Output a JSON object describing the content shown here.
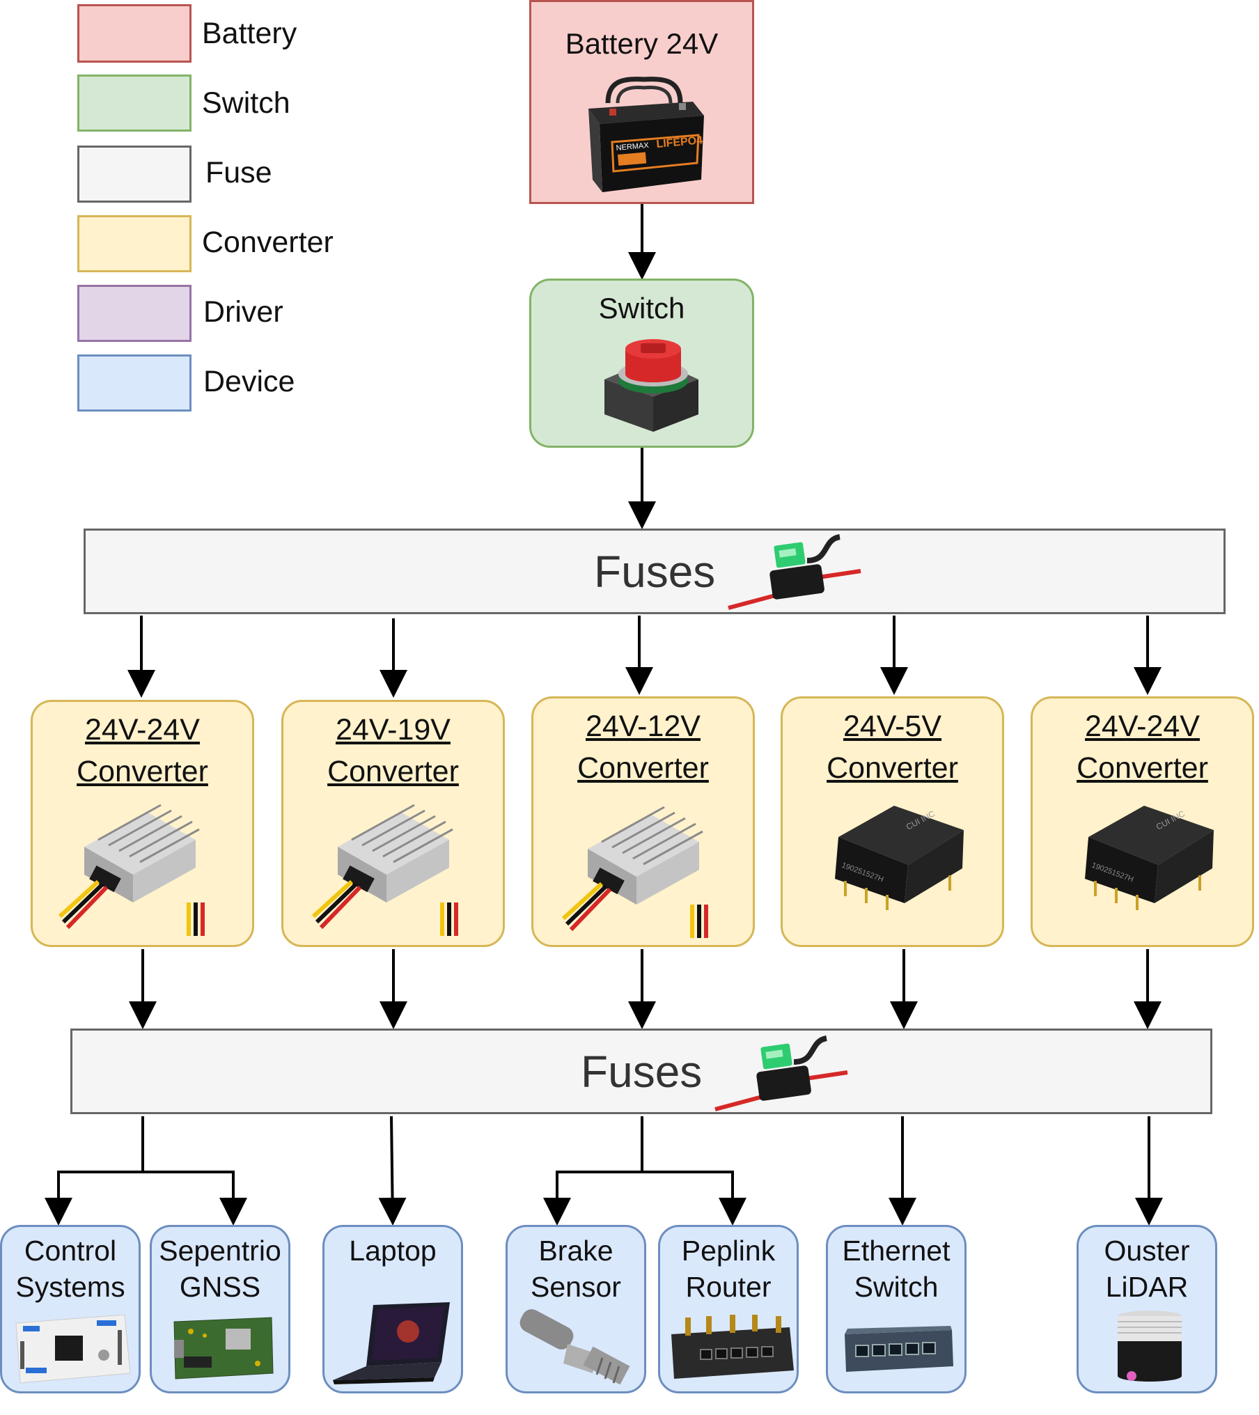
{
  "legend": {
    "items": [
      {
        "label": "Battery",
        "fill": "#f8cecc",
        "stroke": "#b85450"
      },
      {
        "label": "Switch",
        "fill": "#d5e8d4",
        "stroke": "#82b366"
      },
      {
        "label": "Fuse",
        "fill": "#f5f5f5",
        "stroke": "#666666"
      },
      {
        "label": "Converter",
        "fill": "#fff2cc",
        "stroke": "#d6b656"
      },
      {
        "label": "Driver",
        "fill": "#e1d5e7",
        "stroke": "#9673a6"
      },
      {
        "label": "Device",
        "fill": "#dae8fc",
        "stroke": "#6c8ebf"
      }
    ]
  },
  "battery": {
    "label": "Battery 24V",
    "icon": "lifepo4-battery-icon",
    "brand": "NERMAX",
    "chemistry": "LIFEPO4"
  },
  "switch": {
    "label": "Switch",
    "icon": "battery-disconnect-switch-icon"
  },
  "fuses_top": {
    "label": "Fuses",
    "icon": "inline-fuse-holder-icon"
  },
  "fuses_bottom": {
    "label": "Fuses",
    "icon": "inline-fuse-holder-icon"
  },
  "converters": [
    {
      "line1": "24V-24V",
      "line2": "Converter",
      "icon": "heatsink-converter-icon"
    },
    {
      "line1": "24V-19V",
      "line2": "Converter",
      "icon": "heatsink-converter-icon"
    },
    {
      "line1": "24V-12V",
      "line2": "Converter",
      "icon": "heatsink-converter-icon"
    },
    {
      "line1": "24V-5V",
      "line2": "Converter",
      "icon": "dc-dc-module-icon",
      "module_text": [
        "CUI INC",
        "190251527H"
      ]
    },
    {
      "line1": "24V-24V",
      "line2": "Converter",
      "icon": "dc-dc-module-icon",
      "module_text": [
        "CUI INC",
        "190251527H"
      ]
    }
  ],
  "devices": [
    {
      "label": "Control\nSystems",
      "icon": "nucleo-board-icon"
    },
    {
      "label": "Sepentrio\nGNSS",
      "icon": "gnss-board-icon"
    },
    {
      "label": "Laptop",
      "icon": "laptop-icon"
    },
    {
      "label": "Brake\nSensor",
      "icon": "pressure-sensor-icon"
    },
    {
      "label": "Peplink\nRouter",
      "icon": "router-icon"
    },
    {
      "label": "Ethernet\nSwitch",
      "icon": "ethernet-switch-icon"
    },
    {
      "label": "Ouster\nLiDAR",
      "icon": "lidar-icon"
    }
  ]
}
